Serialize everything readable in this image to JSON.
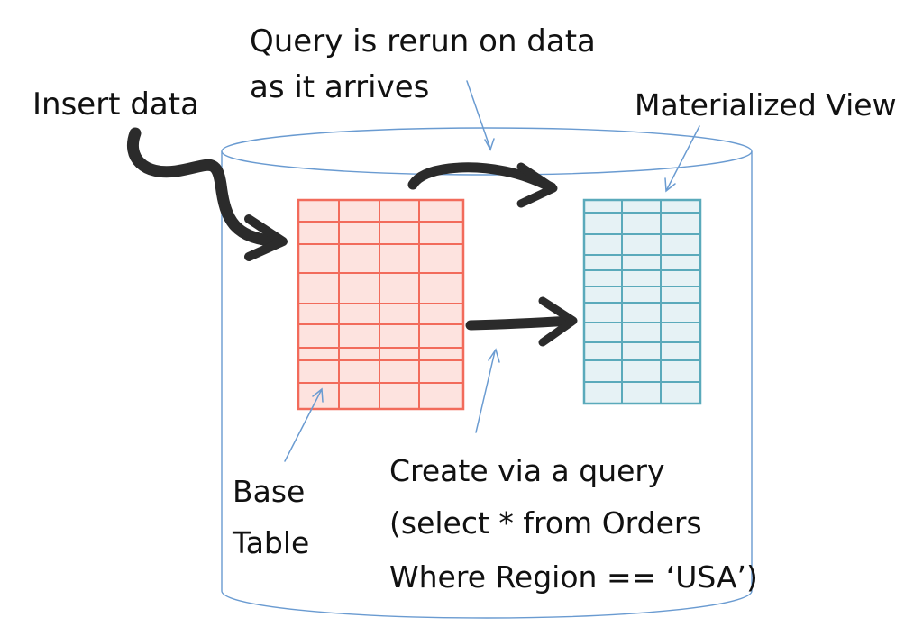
{
  "labels": {
    "insert_data": "Insert data",
    "query_rerun_line1": "Query is rerun on data",
    "query_rerun_line2": "as it arrives",
    "materialized_view": "Materialized View",
    "base_table_line1": "Base",
    "base_table_line2": "Table",
    "create_line1": "Create via a query",
    "create_line2": "(select * from Orders",
    "create_line3": "Where Region == ‘USA’)"
  },
  "colors": {
    "cylinder": "#6a9bd1",
    "base_table_stroke": "#f26b5b",
    "base_table_fill": "#fde3df",
    "view_stroke": "#5aaabb",
    "view_fill": "#e6f2f5",
    "arrow": "#2b2b2b",
    "pointer": "#6a9bd1"
  }
}
